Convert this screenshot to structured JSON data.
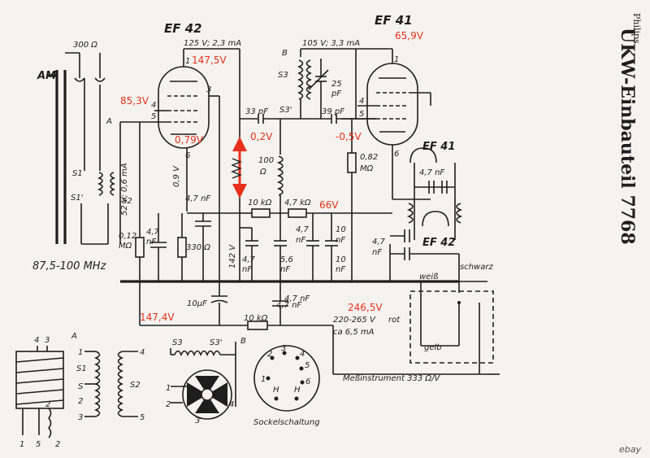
{
  "title_side": "UKW-Einbauteil 7768",
  "brand": "Philips",
  "watermark": "ebay",
  "tubes": {
    "left": "EF 42",
    "right": "EF 41"
  },
  "supply_labels": {
    "ef42_anode": "125 V; 2,3 mA",
    "ef41_anode": "105 V; 3,3 mA",
    "g2_voltage": "52 V; 0,6 mA",
    "cathode_v": "0,9 V",
    "mid_v": "142 V",
    "supply": "220-265 V",
    "supply_color": "rot",
    "supply_current": "ca 6,5 mA",
    "meter": "Meßinstrument 333 Ω/V",
    "freq": "87,5-100 MHz"
  },
  "components": {
    "r_300": "300 Ω",
    "c_33p": "33 pF",
    "c_39p": "39 pF",
    "c_25p": "25",
    "c_25p_unit": "pF",
    "r_100": "100",
    "r_100_unit": "Ω",
    "r_082": "0,82",
    "r_082_unit": "MΩ",
    "r_10k_a": "10 kΩ",
    "r_47k": "4,7 kΩ",
    "r_10k_b": "10 kΩ",
    "c_47n_a": "4,7 nF",
    "c_47n_b": "4,7 nF",
    "c_47n_c": "4,7",
    "c_47n_c_unit": "nF",
    "c_47n_d": "4,7",
    "c_47n_d_unit": "nF",
    "c_47n_e": "4,7",
    "c_47n_e_unit": "nF",
    "c_56n": "5,6",
    "c_56n_unit": "nF",
    "c_10n_a": "10",
    "c_10n_a_unit": "nF",
    "c_10n_b": "10",
    "c_10n_b_unit": "nF",
    "c_10u": "10μF",
    "c_47n_f": "4,7 nF",
    "r_330": "330 Ω",
    "r_012": "0,12",
    "r_012_unit": "MΩ",
    "r_47n_g": "4,7 nF",
    "c_47_side": "4,7",
    "c_47_side_unit": "nF"
  },
  "node_labels": {
    "am": "AM",
    "a_left": "A",
    "a_bottom": "A",
    "b_top": "B",
    "b_bottom": "B",
    "s1": "S1",
    "s1p": "S1'",
    "s2": "S2",
    "s3": "S3",
    "s3p": "S3'",
    "s3_b": "S3",
    "s3p_b": "S3'",
    "s1_b": "S1",
    "s_b": "S",
    "s2_b": "S2",
    "weiss": "weiß",
    "schwarz": "schwarz",
    "gelb": "gelb",
    "ef41_side": "EF 41",
    "ef42_side": "EF 42",
    "sockel": "Sockelschaltung"
  },
  "pins": {
    "p1a": "1",
    "p3a": "3",
    "p4a": "4",
    "p5a": "5",
    "p6a": "6",
    "p1b": "1",
    "p4b": "4",
    "p5b": "5",
    "p6b": "6",
    "b1": "1",
    "b2": "2",
    "b3": "3",
    "b4": "4",
    "b5": "5",
    "bot4": "4",
    "bot3": "3",
    "bot1": "1",
    "bot5": "5",
    "bot2": "2",
    "bot2b": "2",
    "sk2": "2",
    "sk3": "3",
    "sk4": "4",
    "sk5": "5",
    "sk1": "1",
    "sk6": "6",
    "skH1": "H",
    "skH2": "H",
    "sw1": "1",
    "sw2": "2",
    "sw3": "3",
    "sw4": "4"
  },
  "measured": {
    "v1": "147,5V",
    "v2": "65,9V",
    "v3": "85,3V",
    "v4": "0,79V",
    "v5": "0,2V",
    "v6": "-0,5V",
    "v7": "66V",
    "v8": "147,4V",
    "v9": "246,5V"
  },
  "colors": {
    "ink": "#1e1e1e",
    "annotation": "#e8301c",
    "paper": "#f4f3ef"
  }
}
